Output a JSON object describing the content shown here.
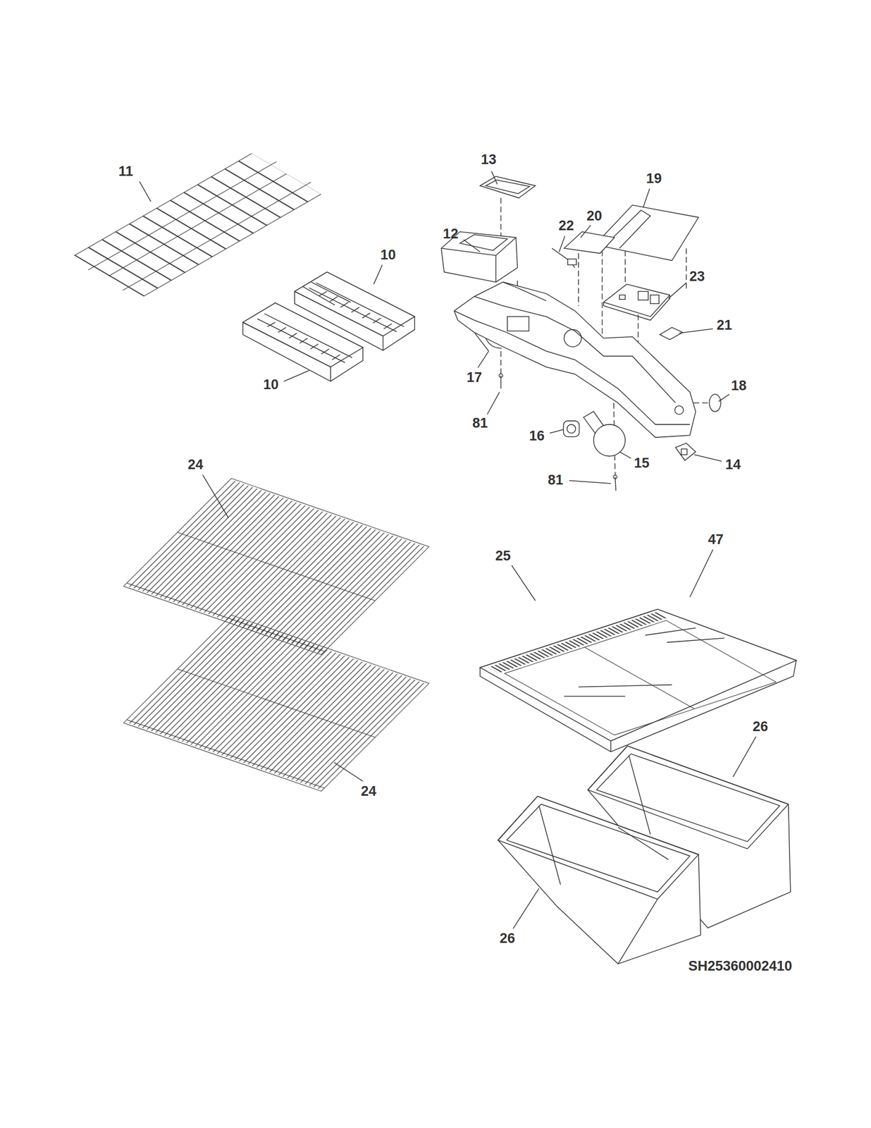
{
  "diagram": {
    "labels": [
      "11",
      "13",
      "19",
      "12",
      "22",
      "20",
      "10",
      "23",
      "21",
      "10",
      "17",
      "18",
      "81",
      "16",
      "15",
      "14",
      "81",
      "24",
      "47",
      "25",
      "26",
      "24",
      "26",
      "SH25360002410"
    ]
  }
}
